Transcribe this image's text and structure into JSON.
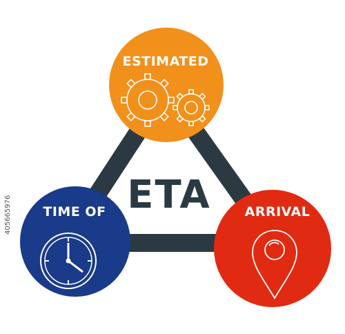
{
  "diagram": {
    "center_text": "ETA",
    "nodes": [
      {
        "id": "estimated",
        "label": "ESTIMATED",
        "color": "#f2901c",
        "icon": "gears-icon"
      },
      {
        "id": "time-of",
        "label": "TIME OF",
        "color": "#1a3a8a",
        "icon": "clock-icon"
      },
      {
        "id": "arrival",
        "label": "ARRIVAL",
        "color": "#e12a12",
        "icon": "location-pin-icon"
      }
    ],
    "connector_color": "#2b3a42"
  },
  "watermark": {
    "stock_id": "405665976"
  }
}
